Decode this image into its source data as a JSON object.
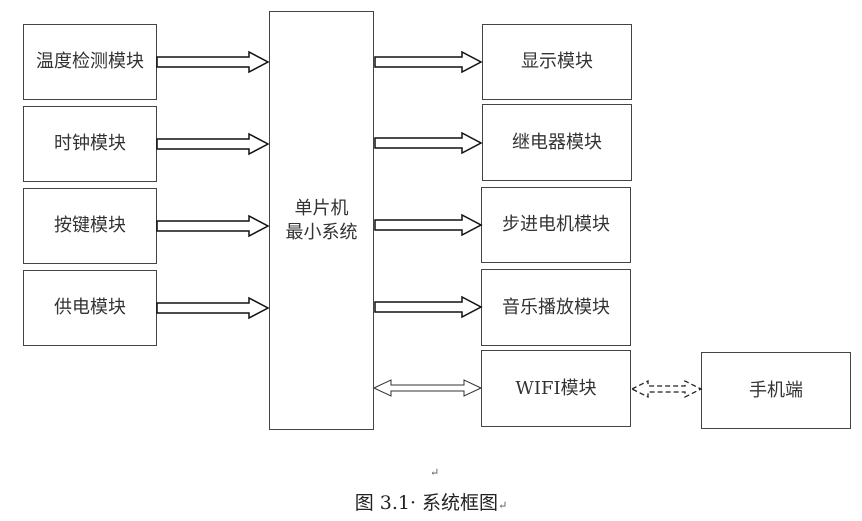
{
  "diagram": {
    "inputs": [
      {
        "label": "温度检测模块"
      },
      {
        "label": "时钟模块"
      },
      {
        "label": "按键模块"
      },
      {
        "label": "供电模块"
      }
    ],
    "mcu": {
      "line1": "单片机",
      "line2": "最小系统"
    },
    "outputs": [
      {
        "label": "显示模块"
      },
      {
        "label": "继电器模块"
      },
      {
        "label": "步进电机模块"
      },
      {
        "label": "音乐播放模块"
      }
    ],
    "wifi": {
      "label": "WIFI模块"
    },
    "phone": {
      "label": "手机端"
    },
    "edges": [
      {
        "from": "温度检测模块",
        "to": "单片机最小系统",
        "type": "one-way"
      },
      {
        "from": "时钟模块",
        "to": "单片机最小系统",
        "type": "one-way"
      },
      {
        "from": "按键模块",
        "to": "单片机最小系统",
        "type": "one-way"
      },
      {
        "from": "供电模块",
        "to": "单片机最小系统",
        "type": "one-way"
      },
      {
        "from": "单片机最小系统",
        "to": "显示模块",
        "type": "one-way"
      },
      {
        "from": "单片机最小系统",
        "to": "继电器模块",
        "type": "one-way"
      },
      {
        "from": "单片机最小系统",
        "to": "步进电机模块",
        "type": "one-way"
      },
      {
        "from": "单片机最小系统",
        "to": "音乐播放模块",
        "type": "one-way"
      },
      {
        "from": "单片机最小系统",
        "to": "WIFI模块",
        "type": "two-way"
      },
      {
        "from": "WIFI模块",
        "to": "手机端",
        "type": "two-way-dashed"
      }
    ]
  },
  "caption": {
    "text": "图 3.1· 系统框图",
    "mark": "↵"
  },
  "para_mark": "↵"
}
